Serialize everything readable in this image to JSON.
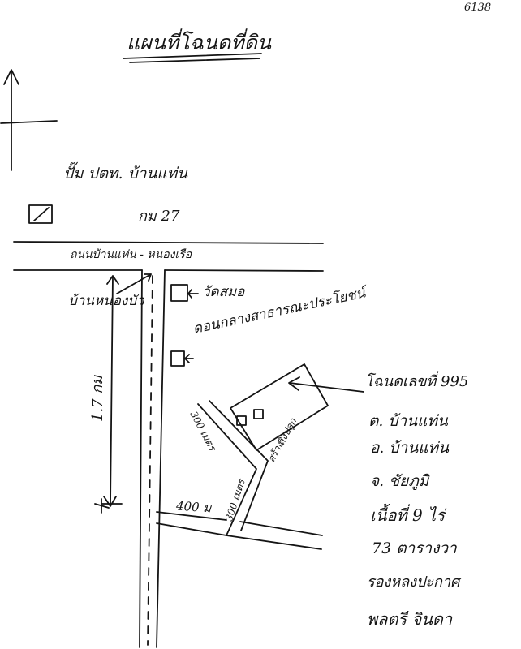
{
  "document": {
    "page_number": "6138",
    "title": "แผนที่โฉนดที่ดิน"
  },
  "map": {
    "ptt_station": "ปั๊ม ปตท. บ้านแท่น",
    "km_marker": "กม 27",
    "main_road": "ถนนบ้านแท่น - หนองเรือ",
    "village": "บ้านหนองบัว",
    "temple": "วัดสมอ",
    "health_center": "ดอนกลางสาธารณะประโยชน์",
    "side_distance": "1.7 กม",
    "lane_distance": "400 ม",
    "path_distance_a": "300 เมตร",
    "path_distance_b": "300 เมตร",
    "buildings_label_a": "สิ่งปลูก",
    "buildings_label_b": "สร้าง"
  },
  "parcel_info": {
    "deed": "โฉนดเลขที่ 995",
    "subdistrict": "ต. บ้านแท่น",
    "district": "อ. บ้านแท่น",
    "province": "จ. ชัยภูมิ",
    "area": "เนื้อที่ 9 ไร่",
    "area_detail": "73 ตารางวา",
    "surveyor": "รองหลงปะกาศ",
    "signer": "พลตรี จินดา"
  }
}
